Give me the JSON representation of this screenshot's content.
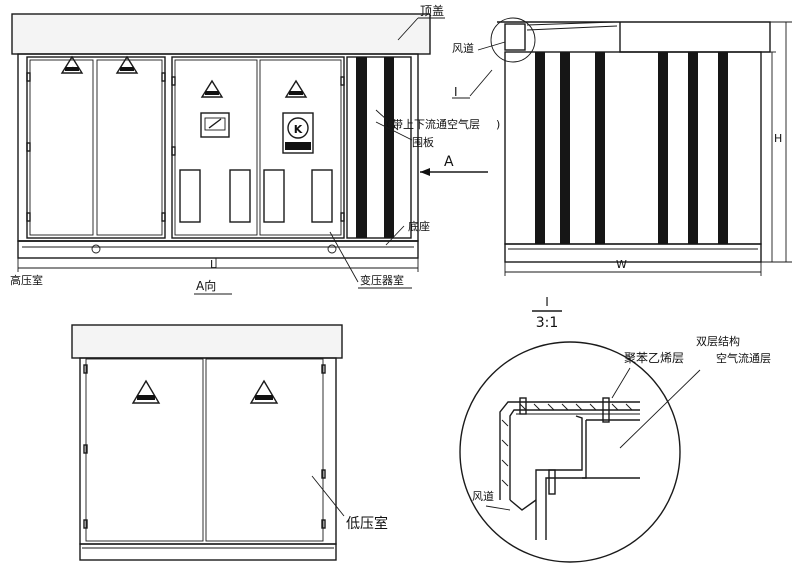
{
  "labels": {
    "top_cover": "顶盖",
    "air_duct_top": "风道",
    "airflow_panel": "带上下流通空气层",
    "enclosure": "围板",
    "view_a_arrow": "A",
    "base": "底座",
    "hv_room": "高压室",
    "transformer_room": "变压器室",
    "view_a": "A向",
    "dim_l": "L",
    "dim_w": "W",
    "dim_h": "H",
    "detail_ref": "I",
    "detail_ref_top": "I",
    "detail_scale": "3:1",
    "double_layer": "双层结构",
    "polystyrene": "聚苯乙烯层",
    "air_layer": "空气流通层",
    "air_duct_detail": "风道",
    "lv_room": "低压室"
  },
  "icons": [
    "high-voltage-warning-icon",
    "ventilation-louver-icon",
    "meter-symbol-icon",
    "air-duct-icon"
  ],
  "colors": {
    "line": "#1a1a1a",
    "panel_fill": "#f4f4f4",
    "vent_bar": "#161616"
  }
}
